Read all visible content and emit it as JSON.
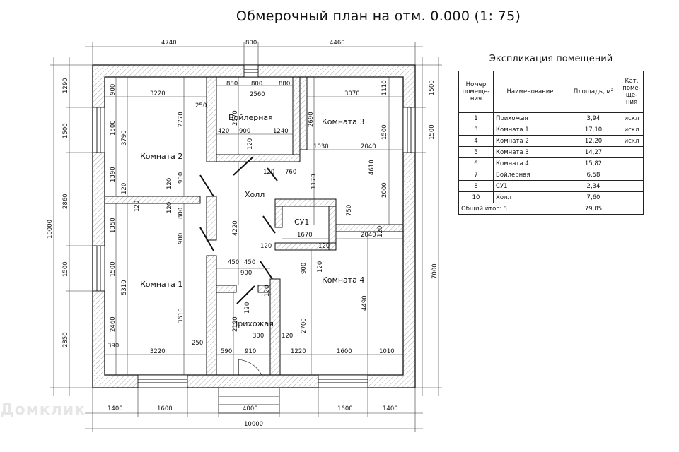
{
  "title": "Обмерочный план на отм. 0.000 (1: 75)",
  "watermark": "Домклик",
  "rooms": {
    "room2": "Комната 2",
    "boiler": "Бойлерная",
    "room3": "Комната 3",
    "hall": "Холл",
    "wc": "СУ1",
    "room1": "Комната 1",
    "room4": "Комната 4",
    "entry": "Прихожая"
  },
  "dims_top": [
    "4740",
    "800",
    "4460"
  ],
  "dims_bottom": [
    "1400",
    "1600",
    "4000",
    "1600",
    "1400"
  ],
  "dim_bottom_total": "10000",
  "dims_left": [
    "1290",
    "1500",
    "2860",
    "1500",
    "2850"
  ],
  "dim_left_total": "10000",
  "dims_right": [
    "1500",
    "1500",
    "7000"
  ],
  "dims_inner": {
    "d880a": "880",
    "d800": "800",
    "d880b": "880",
    "d2560": "2560",
    "d3220a": "3220",
    "d3070": "3070",
    "d900a": "900",
    "d1110": "1110",
    "d250a": "250",
    "d2570": "2570",
    "d2690": "2690",
    "d2770": "2770",
    "d3790": "3790",
    "d1500a": "1500",
    "d1500b": "1500",
    "d420": "420",
    "d900b": "900",
    "d1240": "1240",
    "d1030": "1030",
    "d2040a": "2040",
    "d4610": "4610",
    "d120a": "120",
    "d120b": "120",
    "d760": "760",
    "d1390": "1390",
    "d120c": "120",
    "d120d": "120",
    "d900c": "900",
    "d1170": "1170",
    "d2000": "2000",
    "d120e": "120",
    "d120f": "120",
    "d800b": "800",
    "d750": "750",
    "d1350": "1350",
    "d4220": "4220",
    "d1670": "1670",
    "d2040b": "2040",
    "d120g": "120",
    "d900d": "900",
    "d120h": "120",
    "d120i": "120",
    "d120j": "120",
    "d450a": "450",
    "d450b": "450",
    "d900e": "900",
    "d900f": "900",
    "d120k": "120",
    "d1500c": "1500",
    "d5310": "5310",
    "d4490": "4490",
    "d3610": "3610",
    "d2460": "2460",
    "d2190": "2190",
    "d2700": "2700",
    "d300": "300",
    "d120l": "120",
    "d390": "390",
    "d3220b": "3220",
    "d250b": "250",
    "d590": "590",
    "d910": "910",
    "d1220": "1220",
    "d1600": "1600",
    "d1010": "1010",
    "d120m": "120"
  },
  "explication": {
    "title": "Экспликация помещений",
    "headers": [
      "Номер помеще-ния",
      "Наименование",
      "Площадь, м²",
      "Кат. поме-ще-ния"
    ],
    "rows": [
      [
        "1",
        "Прихожая",
        "3,94",
        "искл"
      ],
      [
        "3",
        "Комната 1",
        "17,10",
        "искл"
      ],
      [
        "4",
        "Комната 2",
        "12,20",
        "искл"
      ],
      [
        "5",
        "Комната 3",
        "14,27",
        ""
      ],
      [
        "6",
        "Комната 4",
        "15,82",
        ""
      ],
      [
        "7",
        "Бойлерная",
        "6,58",
        ""
      ],
      [
        "8",
        "СУ1",
        "2,34",
        ""
      ],
      [
        "10",
        "Холл",
        "7,60",
        ""
      ]
    ],
    "total_label": "Общий итог: 8",
    "total_area": "79,85"
  }
}
